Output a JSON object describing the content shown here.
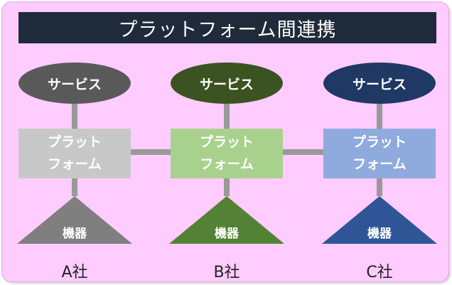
{
  "title": "プラットフォーム間連携",
  "companies": [
    {
      "service": "サービス",
      "platform_line1": "プラット",
      "platform_line2": "フォーム",
      "device": "機器",
      "name": "A社",
      "colors": {
        "service": "#595959",
        "platform": "#c8c8c8",
        "device": "#7f7f7f"
      }
    },
    {
      "service": "サービス",
      "platform_line1": "プラット",
      "platform_line2": "フォーム",
      "device": "機器",
      "name": "B社",
      "colors": {
        "service": "#3b5321",
        "platform": "#a9d18e",
        "device": "#548235"
      }
    },
    {
      "service": "サービス",
      "platform_line1": "プラット",
      "platform_line2": "フォーム",
      "device": "機器",
      "name": "C社",
      "colors": {
        "service": "#1f3864",
        "platform": "#8faadc",
        "device": "#2f5597"
      }
    }
  ],
  "colors": {
    "background": "#ffccff",
    "title_bar": "#1f2a3a",
    "connector": "#999999"
  }
}
